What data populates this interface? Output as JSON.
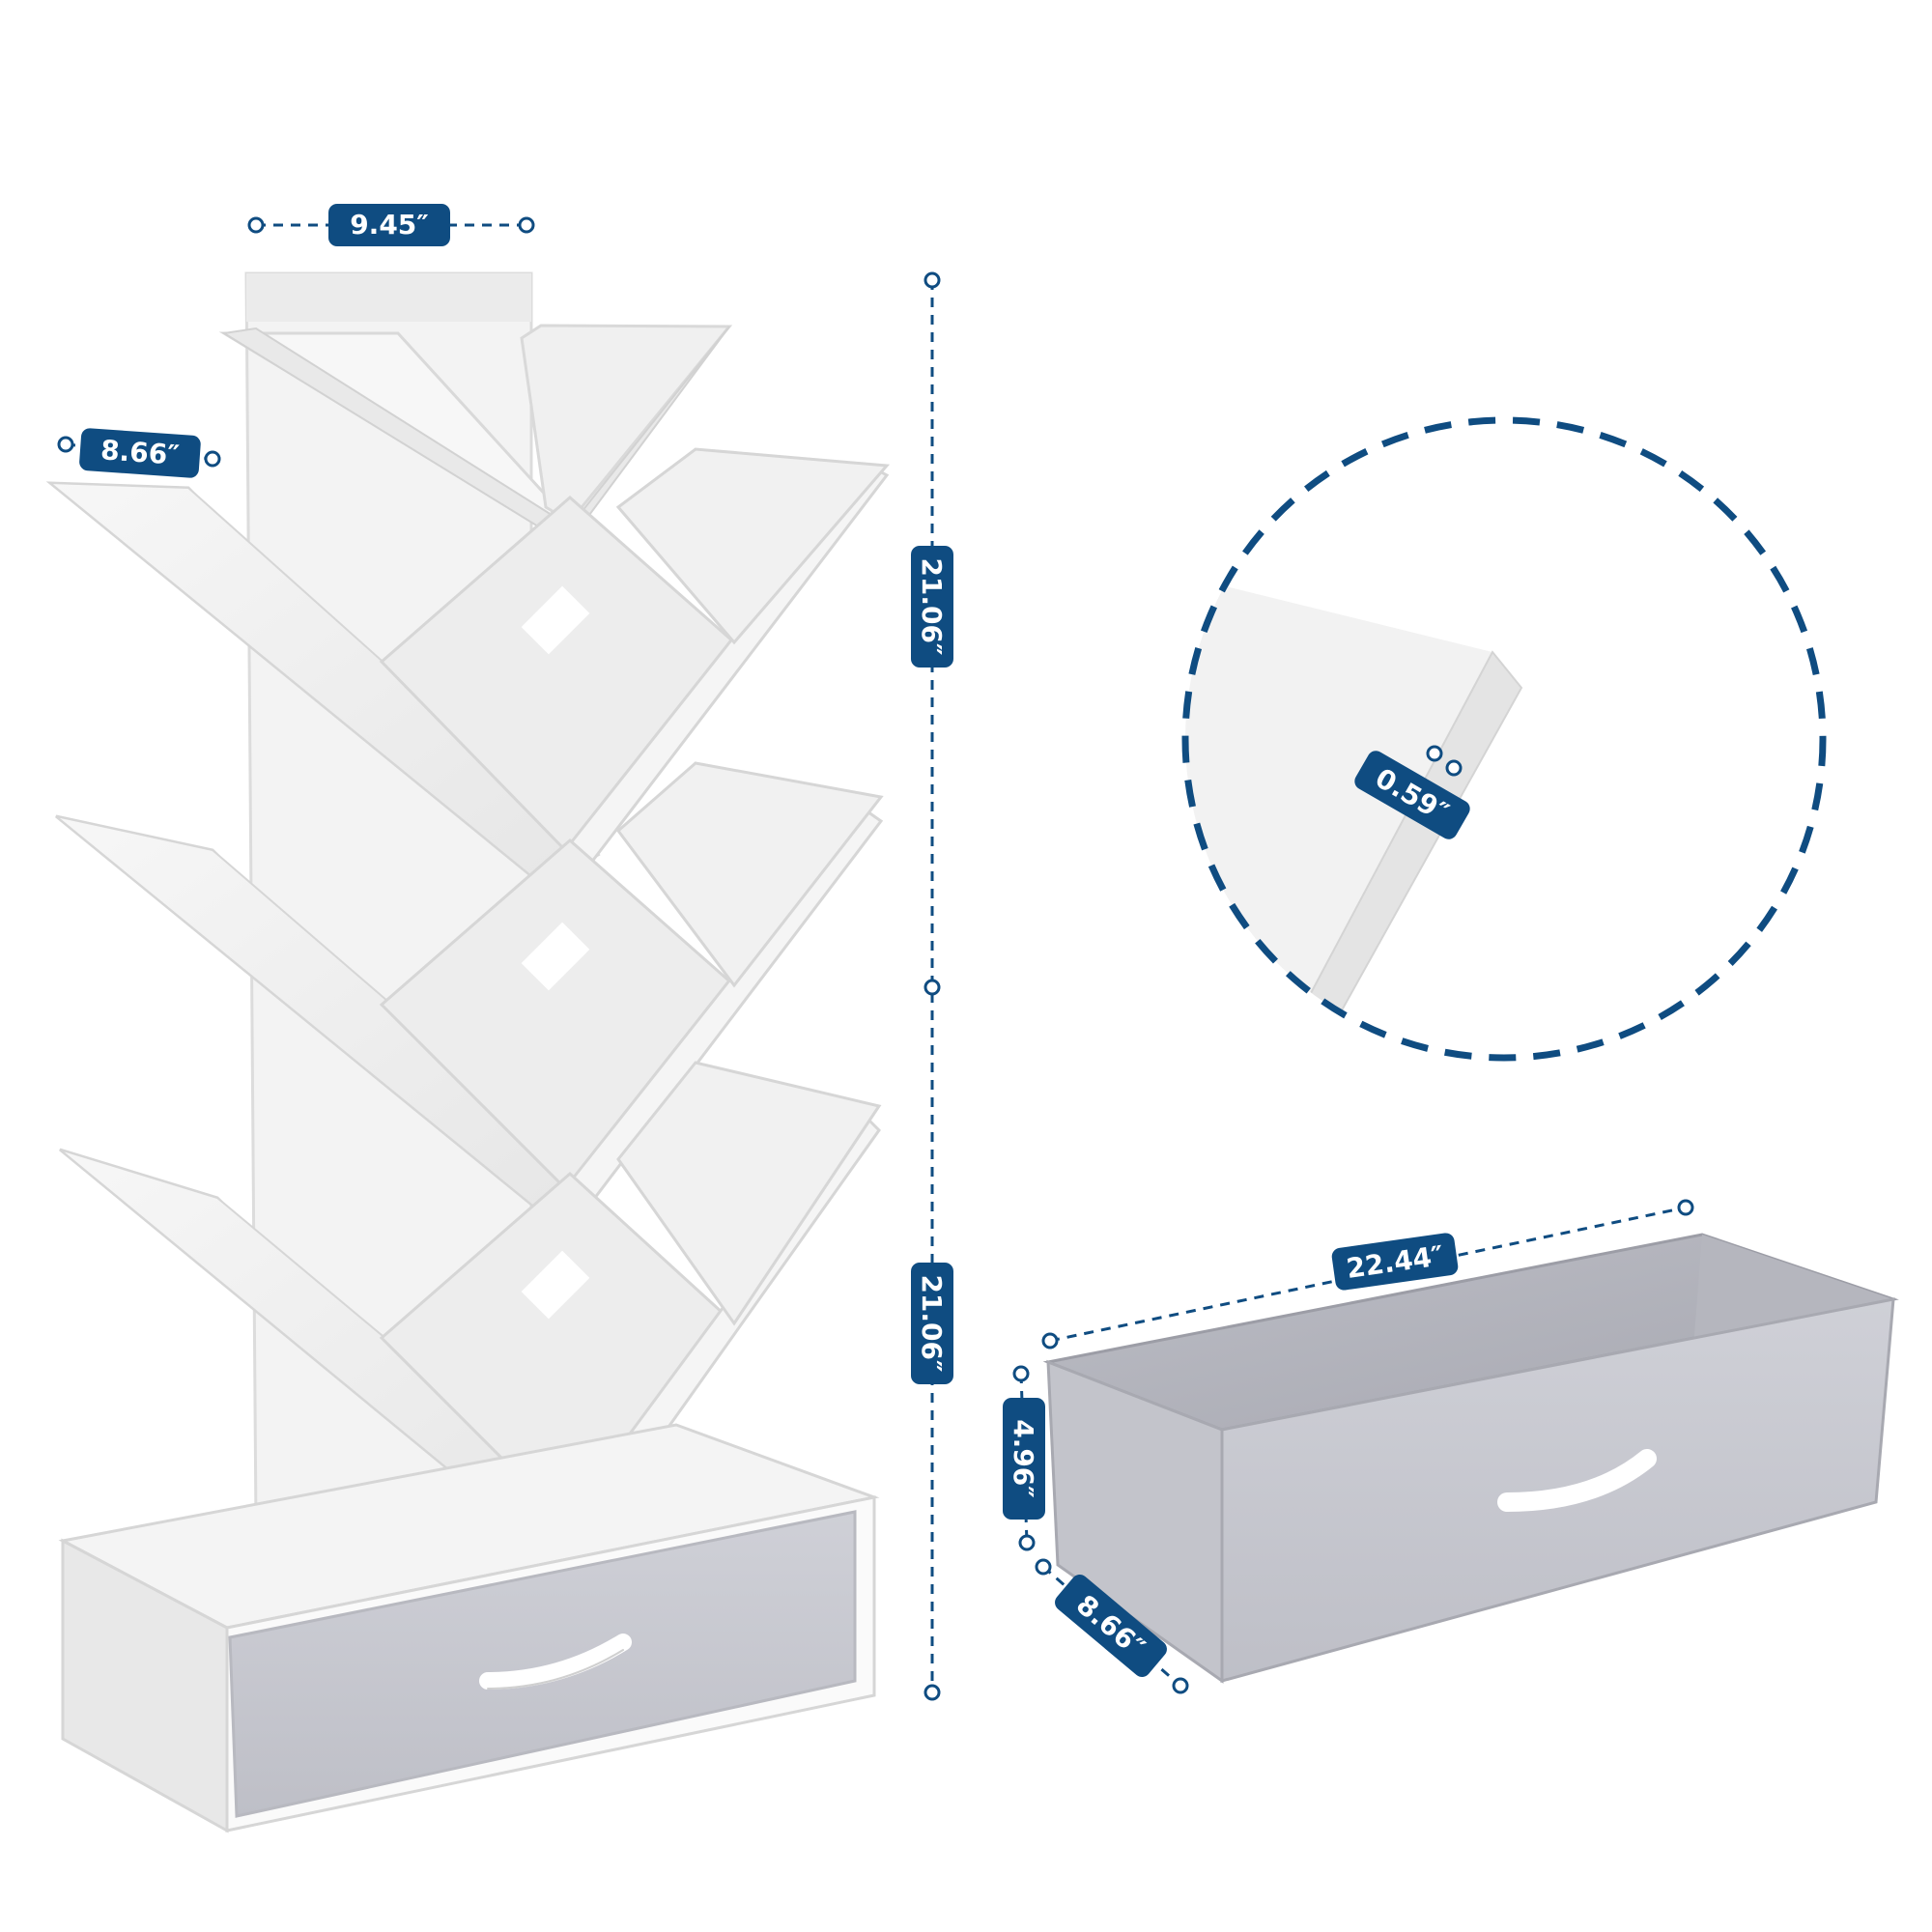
{
  "colors": {
    "accent": "#0f4c81",
    "panel": "#f1f1f1",
    "panel_shade": "#e2e2e2",
    "fabric": "#c9cad1",
    "fabric_dark": "#b3b4bc",
    "background": "#ffffff"
  },
  "dimensions": {
    "top_width": "9.45″",
    "shelf_depth": "8.66″",
    "upper_height": "21.06″",
    "lower_height": "21.06″",
    "board_thickness": "0.59″",
    "drawer_length": "22.44″",
    "drawer_height": "4.96″",
    "drawer_depth": "8.66″"
  },
  "icons": {
    "zoom": "magnifier-circle-icon",
    "handle": "drawer-handle-icon"
  }
}
